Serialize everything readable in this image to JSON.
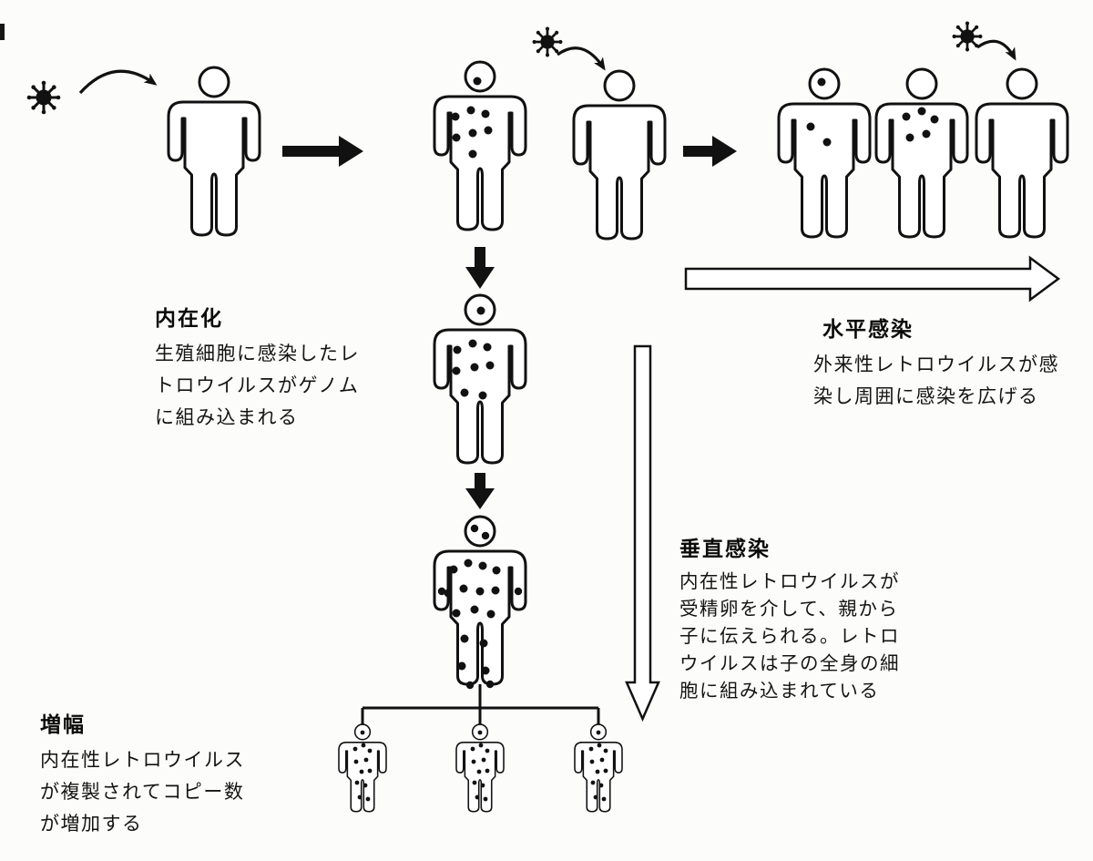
{
  "page": {
    "type": "scientific-diagram",
    "topic": "retrovirus-endogenization",
    "colors": {
      "ink": "#111111",
      "paper": "#fcfcfa"
    }
  },
  "labels": {
    "internalization": {
      "heading": "内在化",
      "lines": [
        "生殖細胞に感染したレ",
        "トロウイルスがゲノム",
        "に組み込まれる"
      ]
    },
    "horizontal_infection": {
      "heading": "水平感染",
      "lines": [
        "外来性レトロウイルスが感",
        "染し周囲に感染を広げる"
      ]
    },
    "vertical_infection": {
      "heading": "垂直感染",
      "lines": [
        "内在性レトロウイルスが",
        "受精卵を介して、親から",
        "子に伝えられる。レトロ",
        "ウイルスは子の全身の細",
        "胞に組み込まれている"
      ]
    },
    "amplification": {
      "heading": "増幅",
      "lines": [
        "内在性レトロウイルス",
        "が複製されてコピー数",
        "が増加する"
      ]
    }
  },
  "icons": {
    "virus": "virus-icon",
    "person": "person-icon",
    "curved_arrow": "curved-arrow-icon",
    "solid_arrow": "solid-arrow-icon",
    "outline_arrow": "outline-arrow-icon"
  }
}
